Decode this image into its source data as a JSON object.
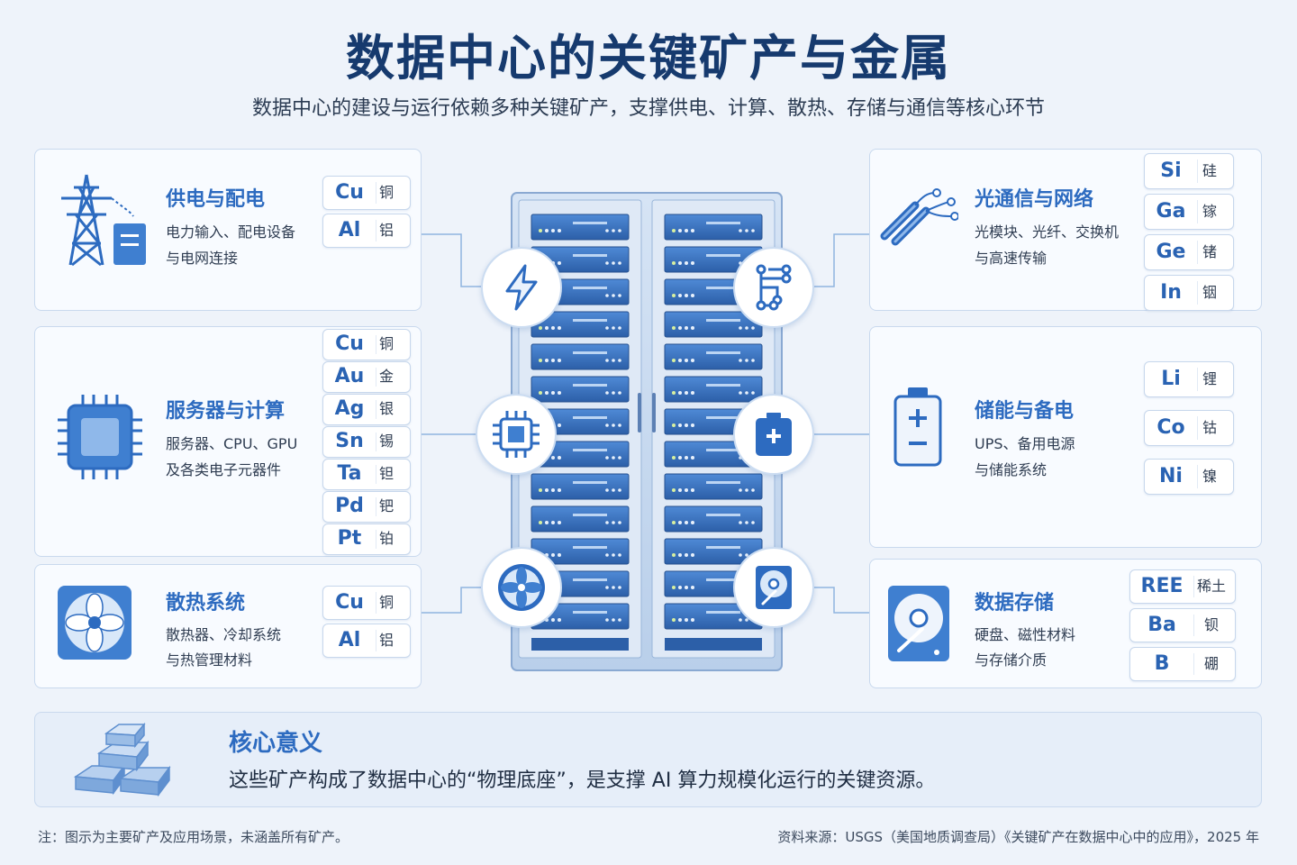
{
  "title": "数据中心的关键矿产与金属",
  "subtitle": "数据中心的建设与运行依赖多种关键矿产，支撑供电、计算、散热、存储与通信等核心环节",
  "panels": {
    "power": {
      "title": "供电与配电",
      "desc1": "电力输入、配电设备",
      "desc2": "与电网连接",
      "chips": [
        {
          "sym": "Cu",
          "cn": "铜"
        },
        {
          "sym": "Al",
          "cn": "铝"
        }
      ]
    },
    "compute": {
      "title": "服务器与计算",
      "desc1": "服务器、CPU、GPU",
      "desc2": "及各类电子元器件",
      "chips": [
        {
          "sym": "Cu",
          "cn": "铜"
        },
        {
          "sym": "Au",
          "cn": "金"
        },
        {
          "sym": "Ag",
          "cn": "银"
        },
        {
          "sym": "Sn",
          "cn": "锡"
        },
        {
          "sym": "Ta",
          "cn": "钽"
        },
        {
          "sym": "Pd",
          "cn": "钯"
        },
        {
          "sym": "Pt",
          "cn": "铂"
        }
      ]
    },
    "cooling": {
      "title": "散热系统",
      "desc1": "散热器、冷却系统",
      "desc2": "与热管理材料",
      "chips": [
        {
          "sym": "Cu",
          "cn": "铜"
        },
        {
          "sym": "Al",
          "cn": "铝"
        }
      ]
    },
    "optical": {
      "title": "光通信与网络",
      "desc1": "光模块、光纤、交换机",
      "desc2": "与高速传输",
      "chips": [
        {
          "sym": "Si",
          "cn": "硅"
        },
        {
          "sym": "Ga",
          "cn": "镓"
        },
        {
          "sym": "Ge",
          "cn": "锗"
        },
        {
          "sym": "In",
          "cn": "铟"
        }
      ]
    },
    "storage_energy": {
      "title": "储能与备电",
      "desc1": "UPS、备用电源",
      "desc2": "与储能系统",
      "chips": [
        {
          "sym": "Li",
          "cn": "锂"
        },
        {
          "sym": "Co",
          "cn": "钴"
        },
        {
          "sym": "Ni",
          "cn": "镍"
        }
      ]
    },
    "data_storage": {
      "title": "数据存储",
      "desc1": "硬盘、磁性材料",
      "desc2": "与存储介质",
      "chips": [
        {
          "sym": "REE",
          "cn": "稀土"
        },
        {
          "sym": "Ba",
          "cn": "钡"
        },
        {
          "sym": "B",
          "cn": "硼"
        }
      ]
    }
  },
  "core": {
    "title": "核心意义",
    "text": "这些矿产构成了数据中心的“物理底座”，是支撑 AI 算力规模化运行的关键资源。"
  },
  "note": "注：图示为主要矿产及应用场景，未涵盖所有矿产。",
  "source": "资料来源：USGS（美国地质调查局）《关键矿产在数据中心中的应用》，2025 年",
  "colors": {
    "accent": "#2d6bc0",
    "title": "#163a6e",
    "panel_border": "#c9d9ee"
  }
}
